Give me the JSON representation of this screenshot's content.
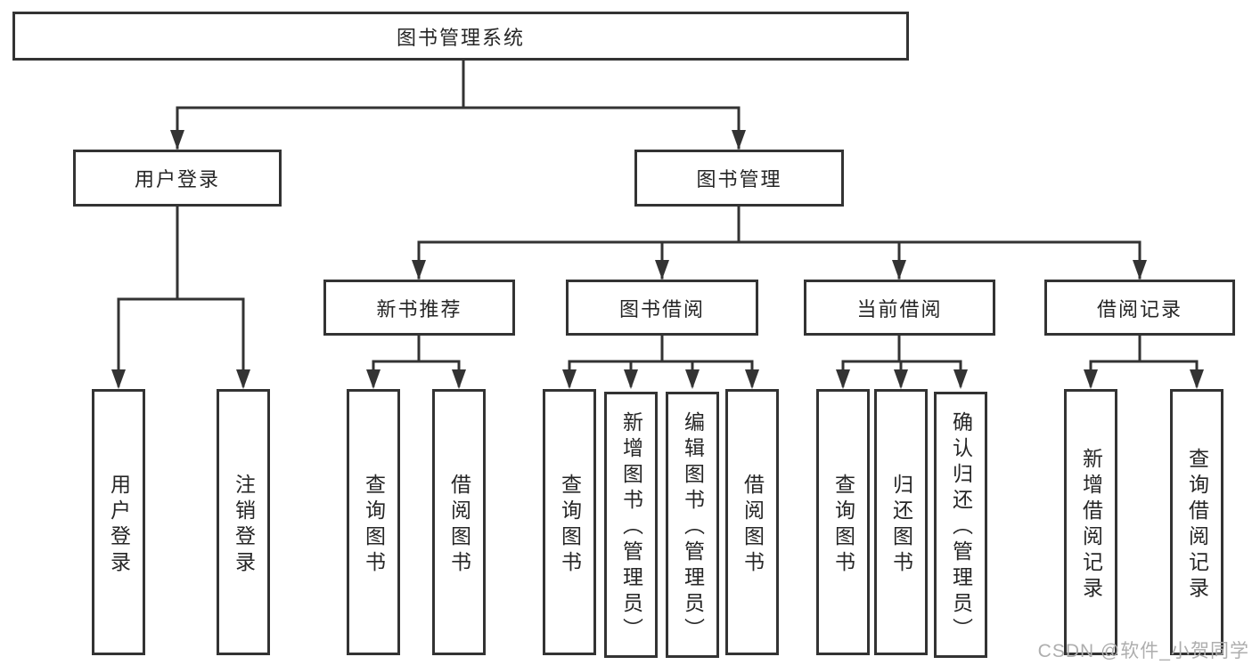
{
  "diagram": {
    "title": "图书管理系统",
    "tree": {
      "root": "图书管理系统",
      "branches": [
        {
          "label": "用户登录",
          "children": [
            "用户登录",
            "注销登录"
          ]
        },
        {
          "label": "图书管理",
          "sections": [
            {
              "label": "新书推荐",
              "children": [
                "查询图书",
                "借阅图书"
              ]
            },
            {
              "label": "图书借阅",
              "children": [
                "查询图书",
                "新增图书（管理员）",
                "编辑图书（管理员）",
                "借阅图书"
              ]
            },
            {
              "label": "当前借阅",
              "children": [
                "查询图书",
                "归还图书",
                "确认归还（管理员）"
              ]
            },
            {
              "label": "借阅记录",
              "children": [
                "新增借阅记录",
                "查询借阅记录"
              ]
            }
          ]
        }
      ]
    },
    "colors": {
      "line": "#333333",
      "text": "#262626",
      "background": "#ffffff",
      "watermark": "#aeaeae"
    }
  },
  "watermark": "CSDN @软件_小贺同学"
}
